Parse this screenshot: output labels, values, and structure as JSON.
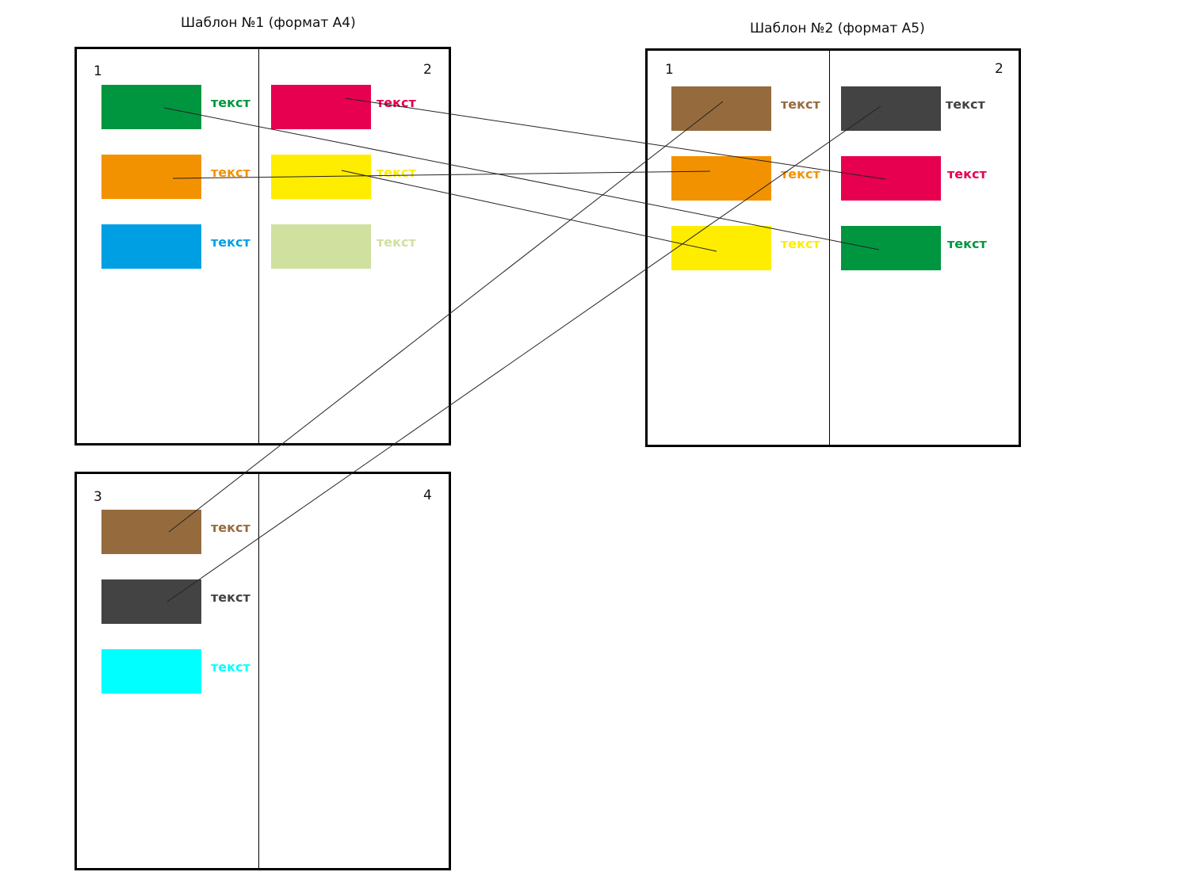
{
  "templates": [
    {
      "title": "Шаблон №1 (формат А4)",
      "pages": [
        {
          "number": "1",
          "items": [
            {
              "color": "#00963f",
              "label": "текст"
            },
            {
              "color": "#f39200",
              "label": "текст"
            },
            {
              "color": "#009fe3",
              "label": "текст"
            }
          ]
        },
        {
          "number": "2",
          "items": [
            {
              "color": "#e6004f",
              "label": "текст"
            },
            {
              "color": "#ffed00",
              "label": "текст"
            },
            {
              "color": "#d0e09e",
              "label": "текст"
            }
          ]
        },
        {
          "number": "3",
          "items": [
            {
              "color": "#956b3e",
              "label": "текст"
            },
            {
              "color": "#434343",
              "label": "текст"
            },
            {
              "color": "#00ffff",
              "label": "текст"
            }
          ]
        },
        {
          "number": "4",
          "items": []
        }
      ]
    },
    {
      "title": "Шаблон №2 (формат А5)",
      "pages": [
        {
          "number": "1",
          "items": [
            {
              "color": "#956b3e",
              "label": "текст"
            },
            {
              "color": "#f39200",
              "label": "текст"
            },
            {
              "color": "#ffed00",
              "label": "текст"
            }
          ]
        },
        {
          "number": "2",
          "items": [
            {
              "color": "#434343",
              "label": "текст"
            },
            {
              "color": "#e6004f",
              "label": "текст"
            },
            {
              "color": "#00963f",
              "label": "текст"
            }
          ]
        }
      ]
    }
  ]
}
